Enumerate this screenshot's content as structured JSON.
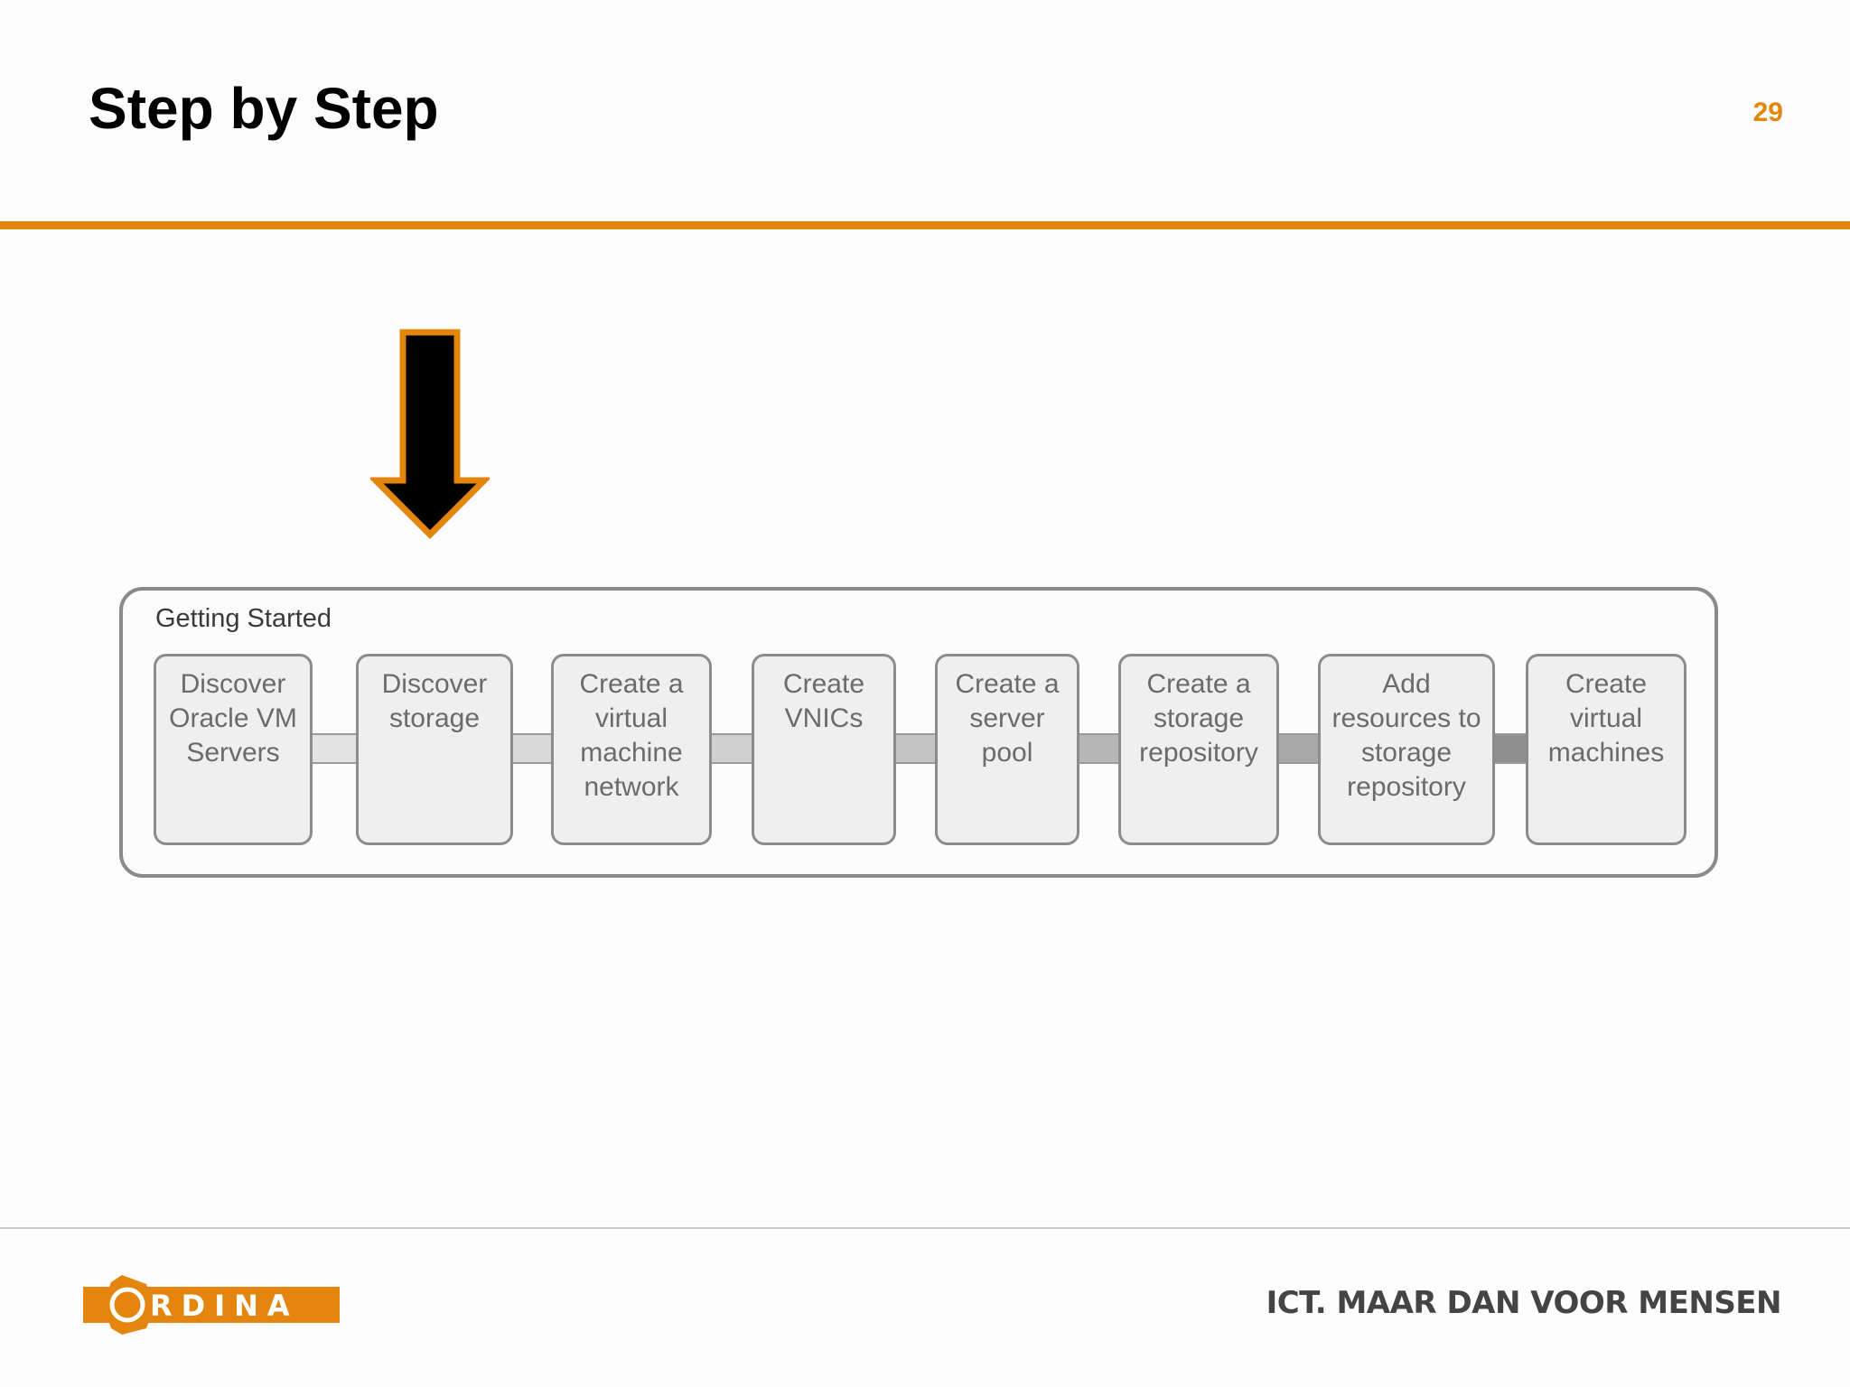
{
  "slide": {
    "title": "Step by Step",
    "page_number": "29"
  },
  "diagram": {
    "label": "Getting Started",
    "steps": [
      {
        "lines": [
          "Discover",
          "Oracle VM",
          "Servers"
        ]
      },
      {
        "lines": [
          "Discover",
          "storage"
        ]
      },
      {
        "lines": [
          "Create a",
          "virtual",
          "machine",
          "network"
        ]
      },
      {
        "lines": [
          "Create",
          "VNICs"
        ]
      },
      {
        "lines": [
          "Create a",
          "server",
          "pool"
        ]
      },
      {
        "lines": [
          "Create a",
          "storage",
          "repository"
        ]
      },
      {
        "lines": [
          "Add",
          "resources to",
          "storage",
          "repository"
        ]
      },
      {
        "lines": [
          "Create",
          "virtual",
          "machines"
        ]
      }
    ],
    "connector_colors": [
      "#e3e3e3",
      "#d9d9d9",
      "#cfcfcf",
      "#c4c4c4",
      "#b6b6b6",
      "#a8a8a8",
      "#8f8f8f"
    ],
    "highlighted_step": 2
  },
  "footer": {
    "logo_text": "ORDINA",
    "tagline": "ICT. MAAR DAN VOOR MENSEN"
  },
  "colors": {
    "accent": "#e4860e",
    "arrow_fill": "#000000"
  }
}
